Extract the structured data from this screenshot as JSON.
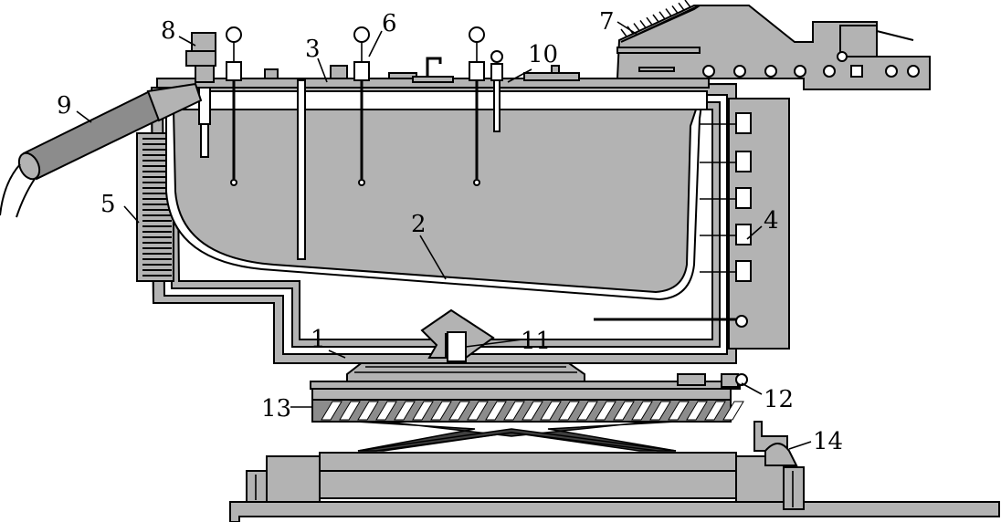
{
  "callouts": [
    {
      "id": "1",
      "text": "1"
    },
    {
      "id": "2",
      "text": "2"
    },
    {
      "id": "3",
      "text": "3"
    },
    {
      "id": "4",
      "text": "4"
    },
    {
      "id": "5",
      "text": "5"
    },
    {
      "id": "6",
      "text": "6"
    },
    {
      "id": "7",
      "text": "7"
    },
    {
      "id": "8",
      "text": "8"
    },
    {
      "id": "9",
      "text": "9"
    },
    {
      "id": "10",
      "text": "10"
    },
    {
      "id": "11",
      "text": "11"
    },
    {
      "id": "12",
      "text": "12"
    },
    {
      "id": "13",
      "text": "13"
    },
    {
      "id": "14",
      "text": "14"
    }
  ],
  "colors": {
    "metal_gray": "#b3b3b3",
    "dark_gray": "#8c8c8c",
    "outline": "#000000",
    "background": "#ffffff"
  }
}
